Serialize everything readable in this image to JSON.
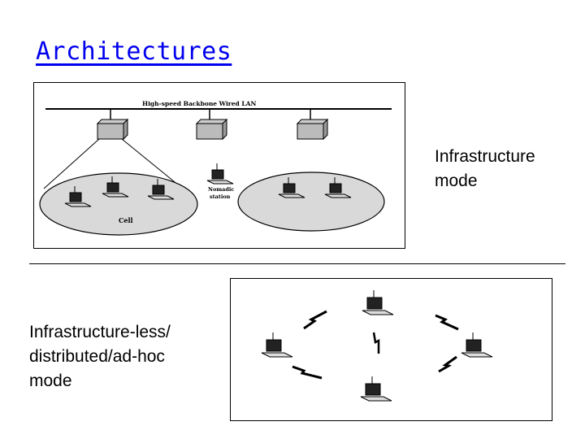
{
  "title": "Architectures",
  "labels": {
    "infrastructure": [
      "Infrastructure",
      "mode"
    ],
    "adhoc": [
      "Infrastructure-less/",
      "distributed/ad-hoc",
      "mode"
    ]
  },
  "diagram_infra": {
    "backbone_label": "High-speed Backbone Wired LAN",
    "nomadic_label": [
      "Nomadic",
      "station"
    ],
    "cell_label": "Cell"
  }
}
